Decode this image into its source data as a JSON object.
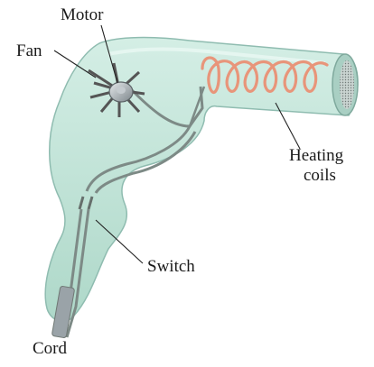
{
  "labels": {
    "motor": "Motor",
    "fan": "Fan",
    "heating_coils_line1": "Heating",
    "heating_coils_line2": "coils",
    "switch": "Switch",
    "cord": "Cord"
  },
  "colors": {
    "body_fill": "#bfe2d6",
    "body_stroke": "#8fbcb0",
    "coil": "#e8957a",
    "wire": "#7d8a86",
    "hub": "#9aa3a8"
  }
}
